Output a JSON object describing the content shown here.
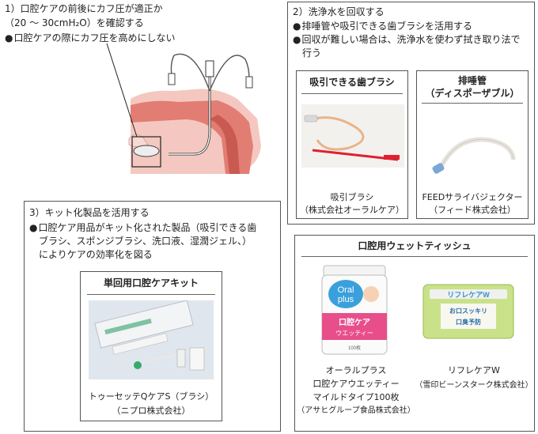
{
  "section1": {
    "title_line1": "1）口腔ケアの前後にカフ圧が適正か",
    "title_line2": "（20 ～ 30cmH₂O）を確認する",
    "bullet": "口腔ケアの際にカフ圧を高めにしない"
  },
  "section2": {
    "title": "2）洗浄水を回収する",
    "bullets": [
      "排唾管や吸引できる歯ブラシを活用する",
      "回収が難しい場合は、洗浄水を使わず拭き取り法で",
      "行う"
    ],
    "product1": {
      "title": "吸引できる歯ブラシ",
      "caption1": "吸引ブラシ",
      "caption2": "（株式会社オーラルケア）"
    },
    "product2": {
      "title1": "排唾管",
      "title2": "（ディスポーザブル）",
      "caption1": "FEEDサライバジェクター",
      "caption2": "（フィード株式会社）"
    }
  },
  "section3": {
    "title": "3）キット化製品を活用する",
    "bullets": [
      "口腔ケア用品がキット化された製品（吸引できる歯",
      "ブラシ、スポンジブラシ、洗口液、湿潤ジェル、）",
      "によりケアの効率化を図る"
    ],
    "kit": {
      "title": "単回用口腔ケアキット",
      "caption1": "トゥーセッテQケアS（ブラシ）",
      "caption2": "（ニプロ株式会社）"
    }
  },
  "section4": {
    "title": "口腔用ウェットティッシュ",
    "product1": {
      "caption1": "オーラルプラス",
      "caption2": "口腔ケアウエッティー",
      "caption3": "マイルドタイプ100枚",
      "caption4": "（アサヒグループ食品株式会社）",
      "package_brand1": "Oral",
      "package_brand2": "plus",
      "package_label1": "口腔ケア",
      "package_label2": "ウエッティー",
      "package_count": "100枚"
    },
    "product2": {
      "caption1": "リフレケアW",
      "caption2": "（雪印ビーンスターク株式会社）",
      "package_brand": "リフレケアW",
      "package_label1": "お口スッキリ",
      "package_label2": "口臭予防"
    }
  },
  "colors": {
    "bullet": "#222222",
    "border": "#555555",
    "tissue": "#e89a92",
    "brush_red": "#e02030"
  }
}
